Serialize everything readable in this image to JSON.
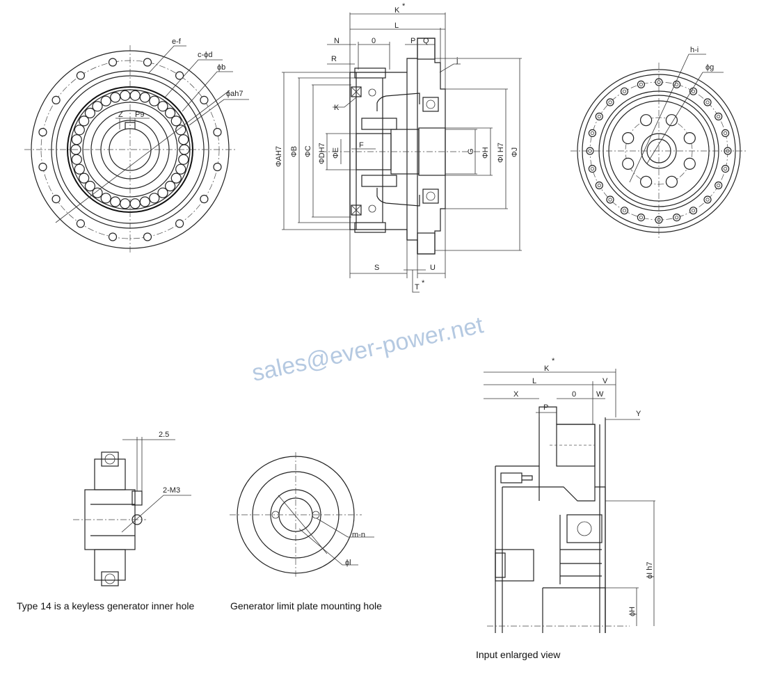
{
  "watermark": "sales@ever-power.net",
  "front_view": {
    "labels": {
      "ef": "e-f",
      "cd": "c-ϕd",
      "b": "ϕb",
      "ah7": "ϕah7",
      "z": "Z",
      "p9": "P9"
    }
  },
  "section_view": {
    "labels": {
      "k": "K",
      "star": "*",
      "l": "L",
      "n": "N",
      "o": "0",
      "p": "P",
      "q": "Q",
      "r": "R",
      "j_small": "j",
      "k_small": "K",
      "ah7": "ΦAH7",
      "b": "ΦB",
      "c": "ΦC",
      "dh7": "ΦDH7",
      "e": "ΦE",
      "f": "F",
      "g": "G",
      "h": "ΦH",
      "ih7": "ΦI H7",
      "j": "ΦJ",
      "s": "S",
      "u": "U",
      "t": "T"
    }
  },
  "rear_view": {
    "labels": {
      "hi": "h-i",
      "g": "ϕg"
    }
  },
  "type14_view": {
    "labels": {
      "dim": "2.5",
      "thread": "2-M3"
    },
    "caption": "Type 14 is a keyless generator inner hole"
  },
  "limit_plate_view": {
    "labels": {
      "mn": "m-n",
      "l": "ϕl"
    },
    "caption": "Generator limit plate mounting hole"
  },
  "input_view": {
    "labels": {
      "k": "K",
      "star": "*",
      "l": "L",
      "v": "V",
      "x": "X",
      "o": "0",
      "w": "W",
      "p": "P",
      "y": "Y",
      "ih7": "ϕI h7",
      "h": "ϕH"
    },
    "caption": "Input enlarged view"
  }
}
